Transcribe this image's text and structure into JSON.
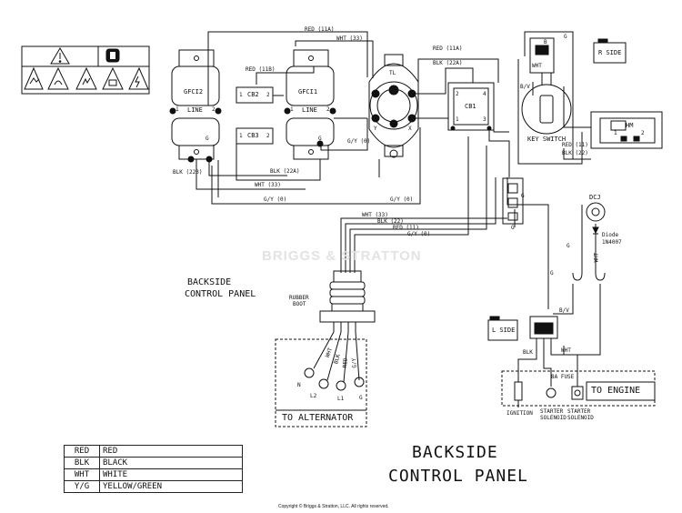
{
  "diagram": {
    "components": {
      "gfci2": {
        "name": "GFCI2",
        "line": "LINE"
      },
      "gfci1": {
        "name": "GFCI1",
        "line": "LINE"
      },
      "cb2": {
        "name": "CB2",
        "t1": "1",
        "t2": "2"
      },
      "cb3": {
        "name": "CB3",
        "t1": "1",
        "t2": "2"
      },
      "cb1": {
        "name": "CB1",
        "t1": "1",
        "t2": "2",
        "t3": "3",
        "t4": "4"
      },
      "twist_lock": {
        "label": "TL",
        "x": "X",
        "y": "Y"
      },
      "key_switch": {
        "label": "KEY SWITCH",
        "b": "B",
        "wht": "WHT"
      },
      "r_side": "R SIDE",
      "l_side": "L SIDE",
      "hm": {
        "label": "HM",
        "t1": "1",
        "t2": "2"
      },
      "dcj": "DCJ",
      "diode": {
        "line1": "Diode",
        "line2": "1N4007"
      },
      "rubber_boot": {
        "line1": "RUBBER",
        "line2": "BOOT"
      },
      "fuse": "8A FUSE",
      "ignition": "IGNITION",
      "starter1": {
        "line1": "STARTER",
        "line2": "SOLENOID"
      },
      "starter2": {
        "line1": "STARTER",
        "line2": "SOLENOID"
      },
      "to_engine": "TO ENGINE",
      "to_alternator": "TO ALTERNATOR",
      "backside_small": {
        "line1": "BACKSIDE",
        "line2": "CONTROL PANEL"
      },
      "backside_big": {
        "line1": "BACKSIDE",
        "line2": "CONTROL PANEL"
      },
      "watermark": "BRIGGS & STRATTON",
      "copyright": "Copyright © Briggs & Stratton, LLC. All rights reserved."
    },
    "wire_labels": {
      "red_11a_top": "RED (11A)",
      "wht_33_top": "WHT (33)",
      "red_11b": "RED (11B)",
      "red_11a_right": "RED (11A)",
      "blk_22a_right": "BLK (22A)",
      "gy_0_mid": "G/Y (0)",
      "blk_223": "BLK (223)",
      "blk_22a_bottom": "BLK (22A)",
      "wht_33_mid": "WHT (33)",
      "gy_0_low": "G/Y (0)",
      "gy_0_low2": "G/Y (0)",
      "wht_33_bundle": "WHT (33)",
      "blk_22_bundle": "BLK (22)",
      "red_11_bundle": "RED (11)",
      "gy_0_bundle": "G/Y (0)",
      "red_11_hm": "RED (11)",
      "blk_22_hm": "BLK (22)",
      "g_a": "G",
      "g_b": "G",
      "g_c": "G",
      "g_d": "G",
      "g_e": "G",
      "bv_a": "B/V",
      "bv_b": "B/V",
      "wht_a": "WHT",
      "wht_b": "WHT",
      "blk_a": "BLK",
      "n": "N",
      "l1": "L1",
      "l2": "L2",
      "g_alt": "G",
      "red_alt": "RED",
      "blk_alt": "BLK",
      "wht_alt": "WHT",
      "gy_alt": "G/Y",
      "term_1": "1",
      "term_2": "2",
      "term_g": "G",
      "term_1b": "1",
      "term_2b": "2",
      "term_gb": "G"
    }
  },
  "legend": [
    {
      "code": "RED",
      "name": "RED"
    },
    {
      "code": "BLK",
      "name": "BLACK"
    },
    {
      "code": "WHT",
      "name": "WHITE"
    },
    {
      "code": "Y/G",
      "name": "YELLOW/GREEN"
    }
  ]
}
